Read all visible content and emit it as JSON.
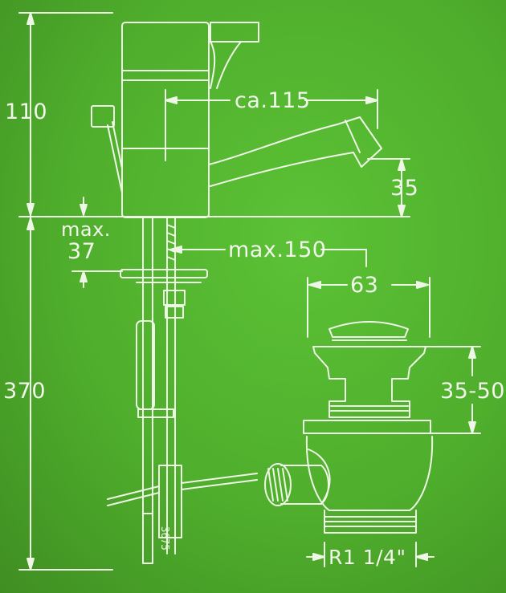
{
  "labels": {
    "total_upper": "110",
    "spout_reach": "ca.115",
    "spout_height": "35",
    "max_thickness_line1": "max.",
    "max_thickness_line2": "37",
    "max_distance": "max.150",
    "total_lower": "370",
    "waste_diameter": "63",
    "waste_range": "35-50",
    "thread_size": "R1 1/4\"",
    "part_number": "3675"
  },
  "colors": {
    "background": "#4fae2c",
    "line": "#f1f7ea"
  }
}
